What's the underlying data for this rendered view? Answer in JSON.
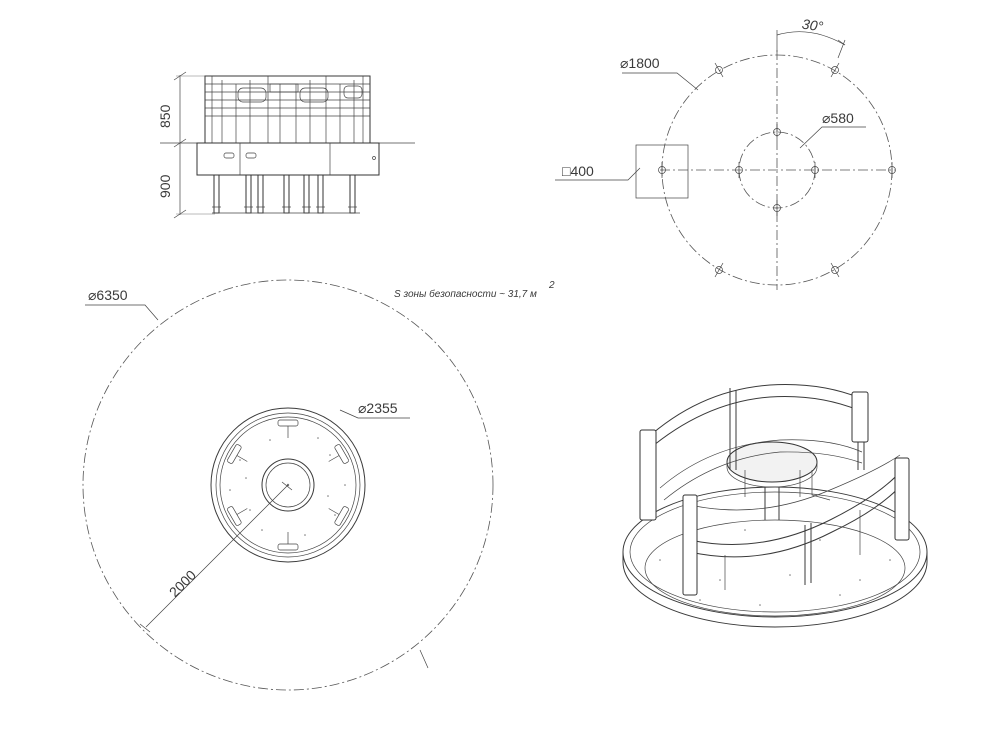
{
  "side_view": {
    "dim_top": "850",
    "dim_bottom": "900"
  },
  "foundation_plan": {
    "dim_diameter_outer": "⌀1800",
    "dim_diameter_inner": "⌀580",
    "dim_square": "□400",
    "dim_angle": "30°"
  },
  "top_view": {
    "dim_safety_zone": "⌀6350",
    "dim_platform": "⌀2355",
    "dim_radius": "2000",
    "area_note": "S зоны безопасности ~ 31,7 м",
    "area_note_sup": "2"
  }
}
